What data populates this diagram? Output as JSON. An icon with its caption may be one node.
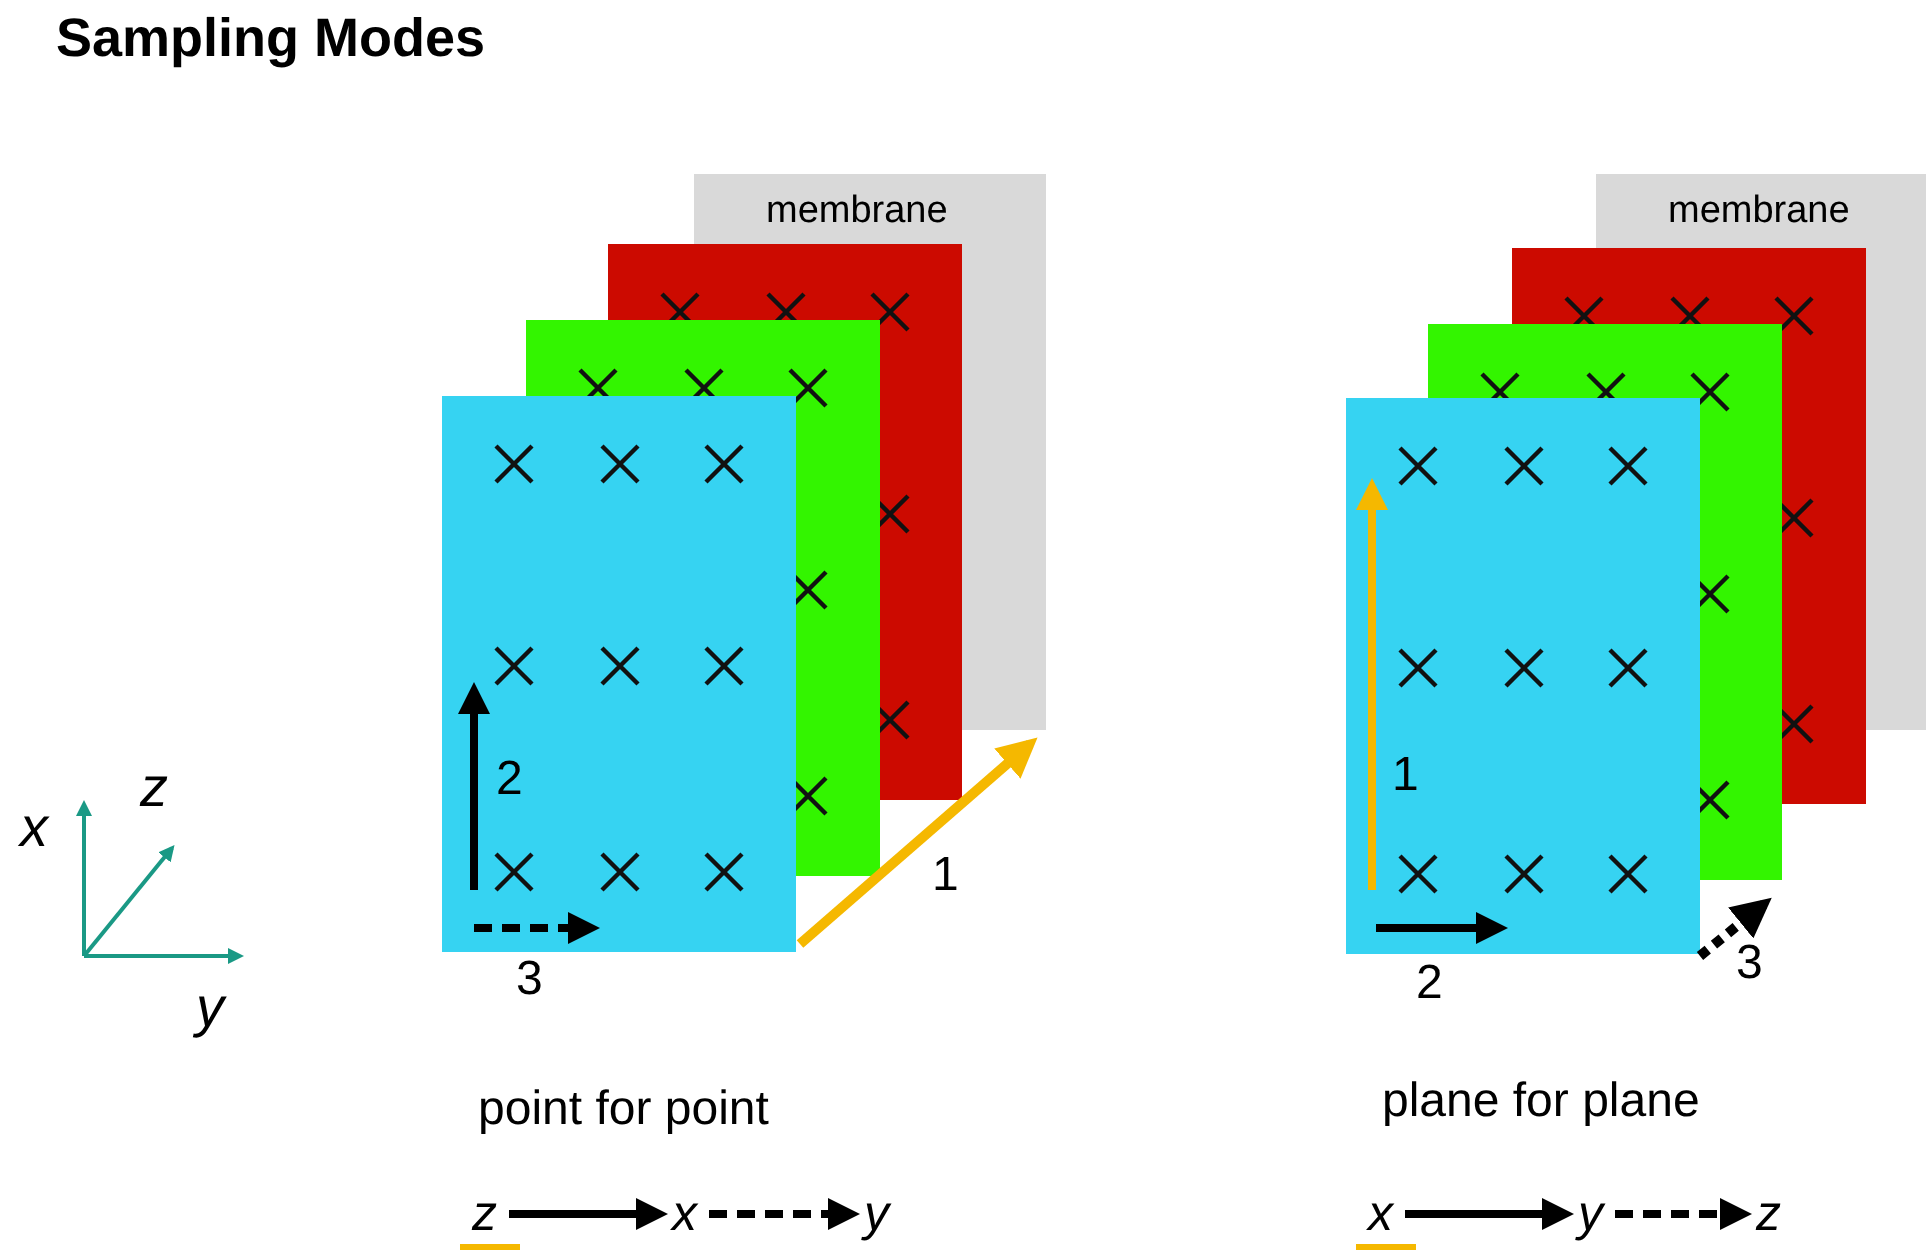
{
  "diagram": {
    "title": "Sampling Modes",
    "nodes": [
      {
        "text": [
          "membrane"
        ]
      },
      {
        "text": [
          "membrane"
        ]
      },
      {
        "text": [
          "z"
        ]
      },
      {
        "text": [
          "x"
        ]
      },
      {
        "text": [
          "y"
        ]
      },
      {
        "text": [
          "x"
        ]
      },
      {
        "text": [
          "y"
        ]
      },
      {
        "text": [
          "z"
        ]
      }
    ],
    "edges": [
      {
        "from": 2,
        "to": 3,
        "arrow": "to"
      },
      {
        "from": 3,
        "to": 4,
        "arrow": "to",
        "style": "dashed"
      },
      {
        "from": 5,
        "to": 6,
        "arrow": "to"
      },
      {
        "from": 6,
        "to": 7,
        "arrow": "to",
        "style": "dashed"
      }
    ],
    "labels": [
      "x",
      "z",
      "y",
      "2",
      "1",
      "3",
      "point for point",
      "1",
      "2",
      "3",
      "plane for plane"
    ]
  }
}
